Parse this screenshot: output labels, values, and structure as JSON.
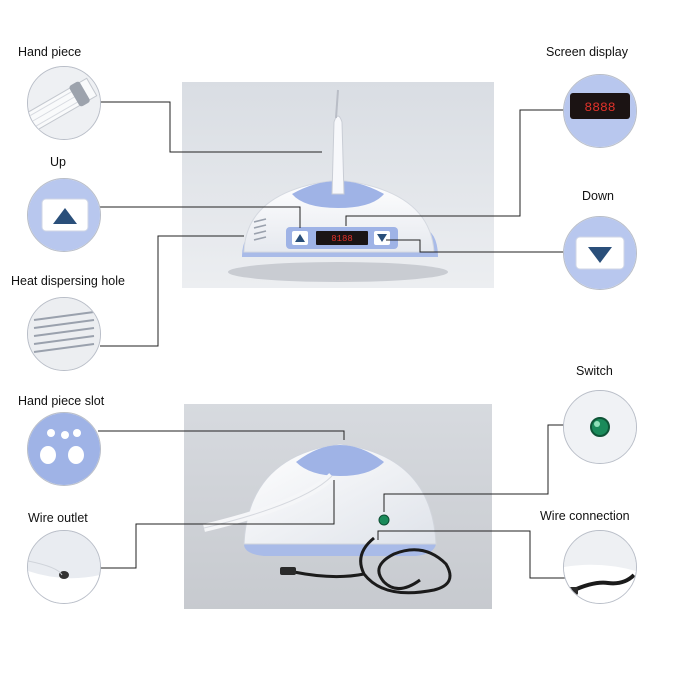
{
  "labels": {
    "hand_piece": "Hand piece",
    "up": "Up",
    "heat_dispersing_hole": "Heat dispersing hole",
    "hand_piece_slot": "Hand piece slot",
    "wire_outlet": "Wire outlet",
    "screen_display": "Screen display",
    "down": "Down",
    "switch": "Switch",
    "wire_connection": "Wire connection"
  },
  "colors": {
    "device_blue": "#9fb3e6",
    "device_white": "#f3f5f9",
    "display_red": "#e0322a",
    "switch_green": "#1a8a5a",
    "leader_line": "#222222"
  }
}
